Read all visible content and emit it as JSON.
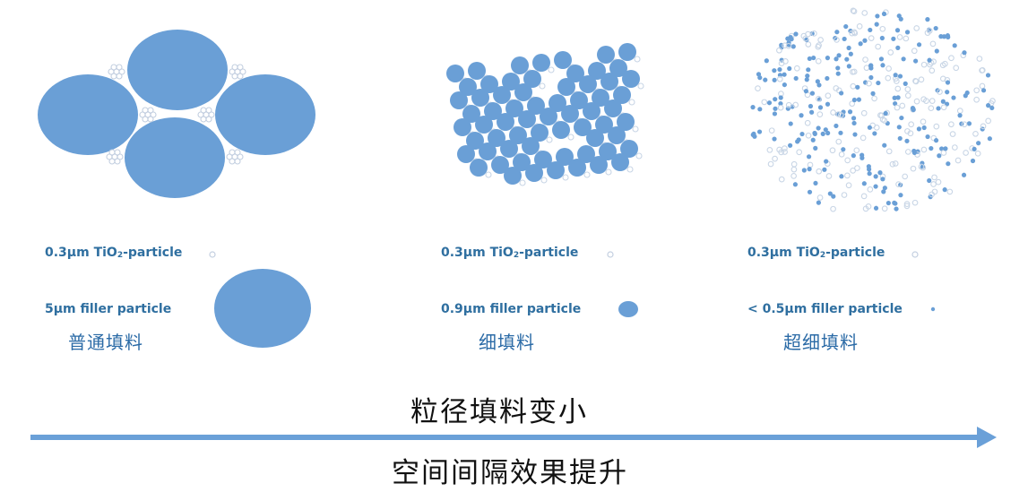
{
  "colors": {
    "filler": "#6a9fd6",
    "tio2_outline": "#c9d6e6",
    "label_text": "#2f6fa0",
    "cn_label_text": "#2a6aa6",
    "arrow": "#6aa0d8",
    "caption_text": "#111111"
  },
  "panels": [
    {
      "name": "normal-filler",
      "tio2_label_prefix": "0.3µm TiO",
      "tio2_label_sub": "2",
      "tio2_label_suffix": "-particle",
      "filler_label": "5µm filler particle",
      "cn_label": "普通填料"
    },
    {
      "name": "fine-filler",
      "tio2_label_prefix": "0.3µm TiO",
      "tio2_label_sub": "2",
      "tio2_label_suffix": "-particle",
      "filler_label": "0.9µm filler particle",
      "cn_label": "细填料"
    },
    {
      "name": "ultrafine-filler",
      "tio2_label_prefix": "0.3µm TiO",
      "tio2_label_sub": "2",
      "tio2_label_suffix": "-particle",
      "filler_label": "< 0.5µm filler particle",
      "cn_label": "超细填料"
    }
  ],
  "arrow": {
    "top_caption": "粒径填料变小",
    "bottom_caption": "空间间隔效果提升"
  }
}
